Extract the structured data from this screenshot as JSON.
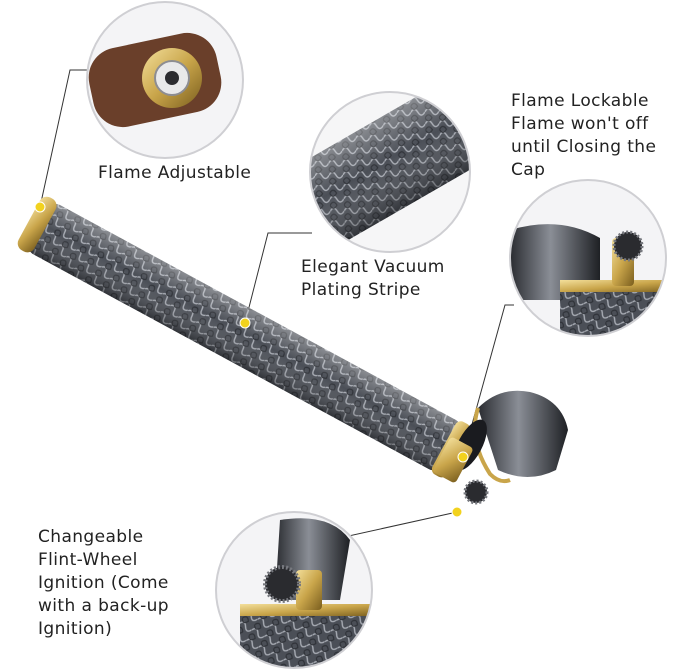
{
  "product": "lighter",
  "captions": {
    "flame_adjustable": "Flame Adjustable",
    "vacuum": [
      "Elegant Vacuum",
      "Plating Stripe"
    ],
    "lockable": [
      "Flame Lockable",
      "Flame won't off",
      "until Closing the",
      "Cap"
    ],
    "flint": [
      " Changeable",
      "Flint-Wheel",
      "Ignition (Come",
      "with a back-up",
      "Ignition)"
    ]
  },
  "colors": {
    "background": "#ffffff",
    "body_metal": "#4b4f57",
    "gold_trim": "#c9a54a",
    "leader_line": "#333333",
    "marker_dot": "#f2d21e",
    "text": "#222222"
  },
  "icons": [
    "lighter-body",
    "brass-cap",
    "flint-wheel",
    "detail-zoom-circle",
    "yellow-marker-dot"
  ]
}
